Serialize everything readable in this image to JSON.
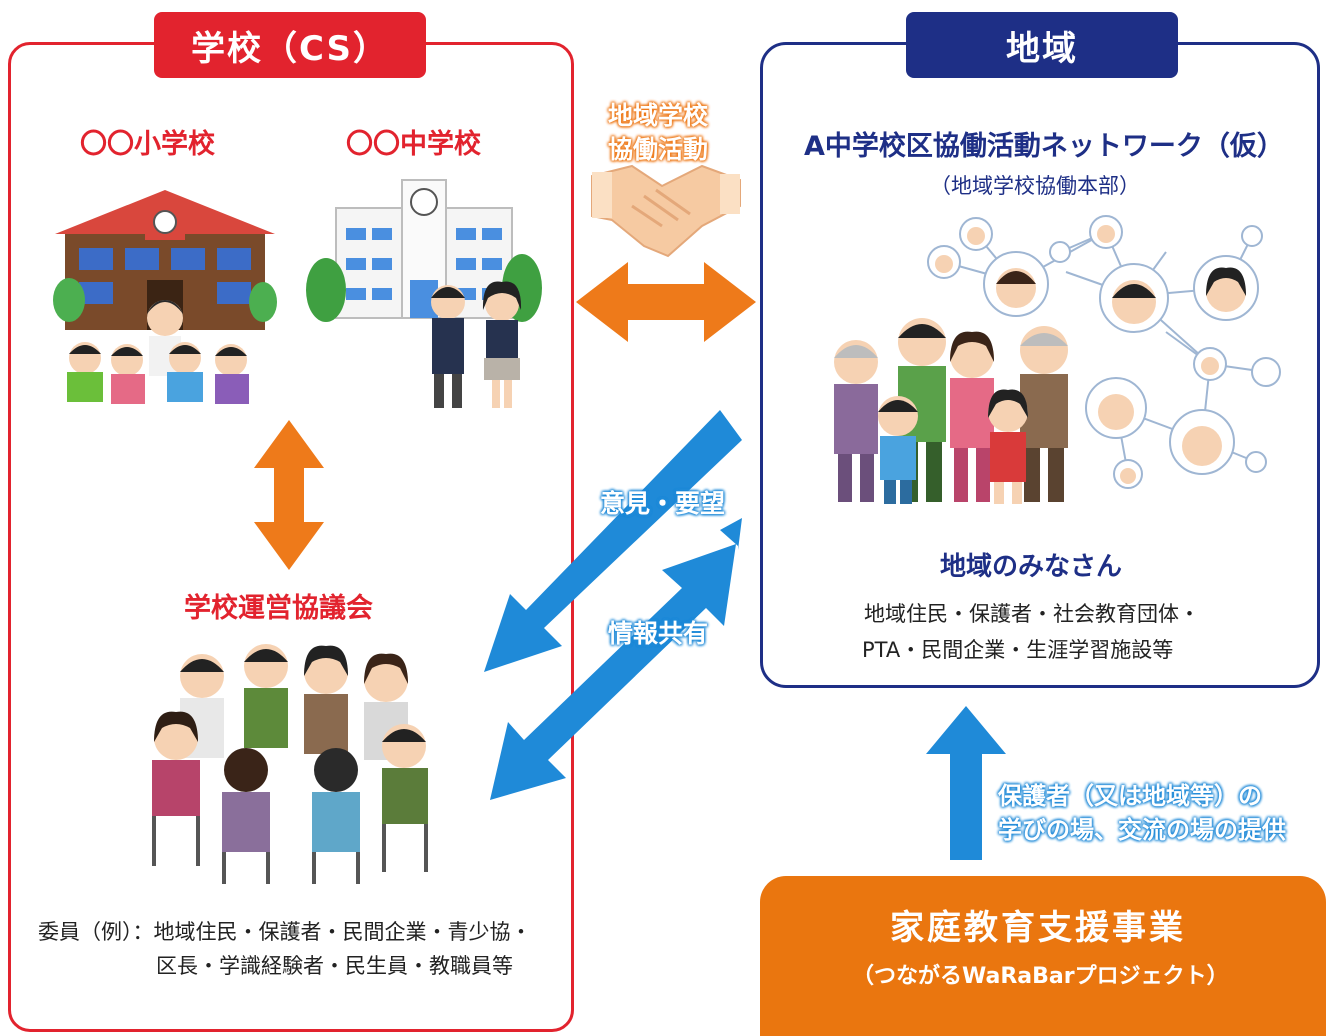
{
  "school": {
    "tab_label": "学校（CS）",
    "elementary_label": "〇〇小学校",
    "junior_high_label": "〇〇中学校",
    "council_label": "学校運営協議会",
    "members_line1": "委員（例）：地域住民・保護者・民間企業・青少協・",
    "members_line2": "区長・学識経験者・民生員・教職員等"
  },
  "center": {
    "collab_line1": "地域学校",
    "collab_line2": "協働活動",
    "opinion_label": "意見・要望",
    "info_label": "情報共有"
  },
  "region": {
    "tab_label": "地域",
    "network_title": "A中学校区協働活動ネットワーク（仮）",
    "network_subtitle": "（地域学校協働本部）",
    "people_label": "地域のみなさん",
    "people_line1": "地域住民・保護者・社会教育団体・",
    "people_line2": "PTA・民間企業・生涯学習施設等"
  },
  "support": {
    "arrow_line1": "保護者（又は地域等）の",
    "arrow_line2": "学びの場、交流の場の提供",
    "box_title": "家庭教育支援事業",
    "box_subtitle": "（つながるWaRaBarプロジェクト）"
  },
  "colors": {
    "school_red": "#e2232e",
    "region_navy": "#1e2f86",
    "arrow_orange": "#ee7a1a",
    "arrow_blue": "#1f8ad8",
    "box_orange": "#ea760f"
  }
}
